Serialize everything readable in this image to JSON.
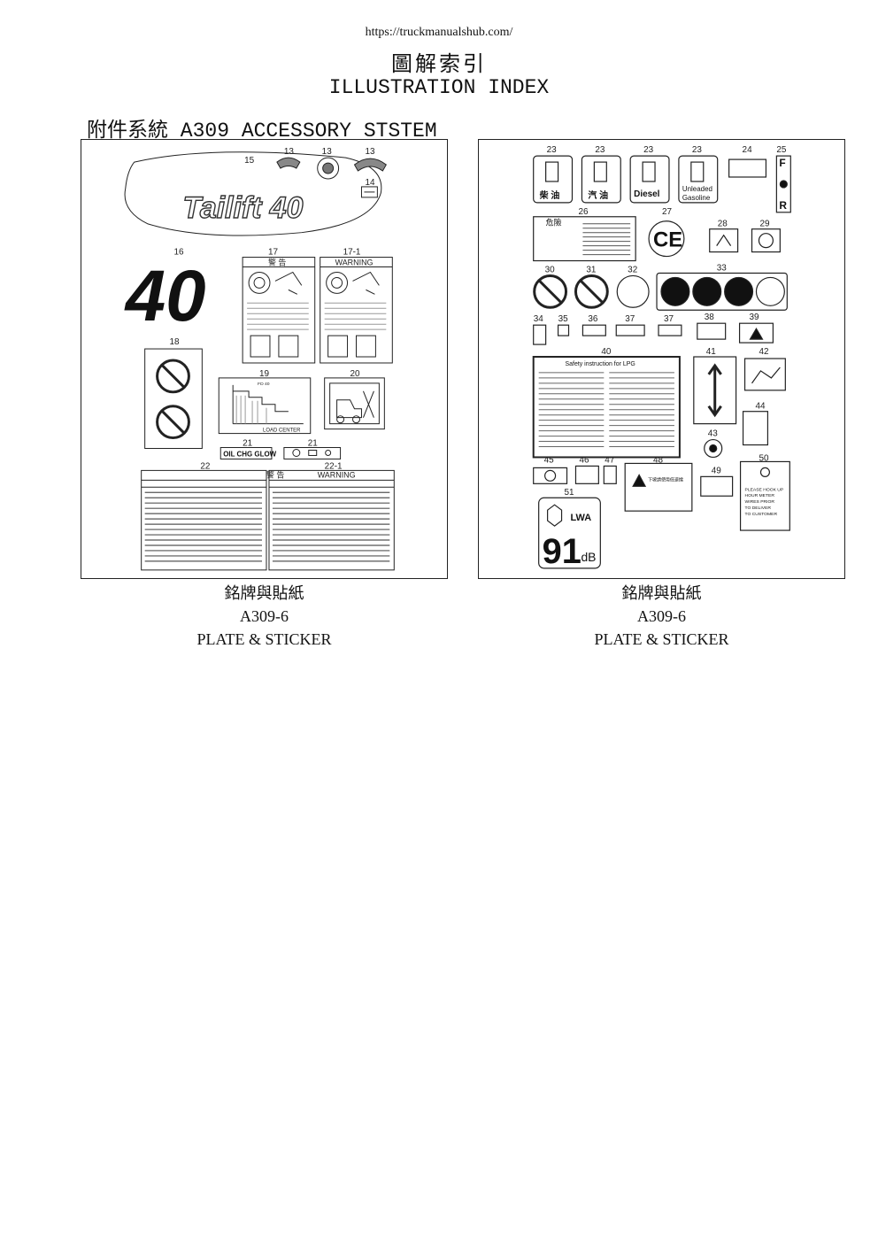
{
  "header": {
    "url": "https://truckmanualshub.com/",
    "title_cn": "圖解索引",
    "title_en": "ILLUSTRATION INDEX"
  },
  "section_title": "附件系統 A309 ACCESSORY STSTEM",
  "panels": [
    {
      "caption_cn": "銘牌與貼紙",
      "caption_code": "A309-6",
      "caption_en": "PLATE & STICKER",
      "labels": {
        "n13": "13",
        "n14": "14",
        "n15": "15",
        "n16": "16",
        "n17": "17",
        "n17_1": "17-1",
        "n18": "18",
        "n19": "19",
        "n20": "20",
        "n21": "21",
        "n22": "22",
        "n22_1": "22-1",
        "logo": "Tailift 40",
        "big_40": "40",
        "warn_cn": "警 告",
        "warn_en": "WARNING",
        "load_center": "LOAD CENTER",
        "oil_chg": "OIL CHG GLOW",
        "fd40": "FD 40"
      }
    },
    {
      "caption_cn": "銘牌與貼紙",
      "caption_code": "A309-6",
      "caption_en": "PLATE & STICKER",
      "labels": {
        "n23": "23",
        "n24": "24",
        "n25": "25",
        "n26": "26",
        "n27": "27",
        "n28": "28",
        "n29": "29",
        "n30": "30",
        "n31": "31",
        "n32": "32",
        "n33": "33",
        "n34": "34",
        "n35": "35",
        "n36": "36",
        "n37": "37",
        "n38": "38",
        "n39": "39",
        "n40": "40",
        "n41": "41",
        "n42": "42",
        "n43": "43",
        "n44": "44",
        "n45": "45",
        "n46": "46",
        "n47": "47",
        "n48": "48",
        "n49": "49",
        "n50": "50",
        "n51": "51",
        "fuel1": "柴 油",
        "fuel2": "汽 油",
        "fuel3": "Diesel",
        "fuel4a": "Unleaded",
        "fuel4b": "Gasoline",
        "danger": "危險",
        "ce": "CE",
        "lpg_title": "Safety instruction for LPG",
        "fr_f": "F",
        "fr_r": "R",
        "lwa": "LWA",
        "db_value": "91",
        "db_unit": "dB",
        "hour_meter": [
          "PLEASE HOOK UP",
          "HOUR METER",
          "WIRES PRIOR",
          "TO DELIVER",
          "TO CUSTOMER"
        ],
        "slope_text": "下坡請使用低速擋"
      }
    }
  ]
}
